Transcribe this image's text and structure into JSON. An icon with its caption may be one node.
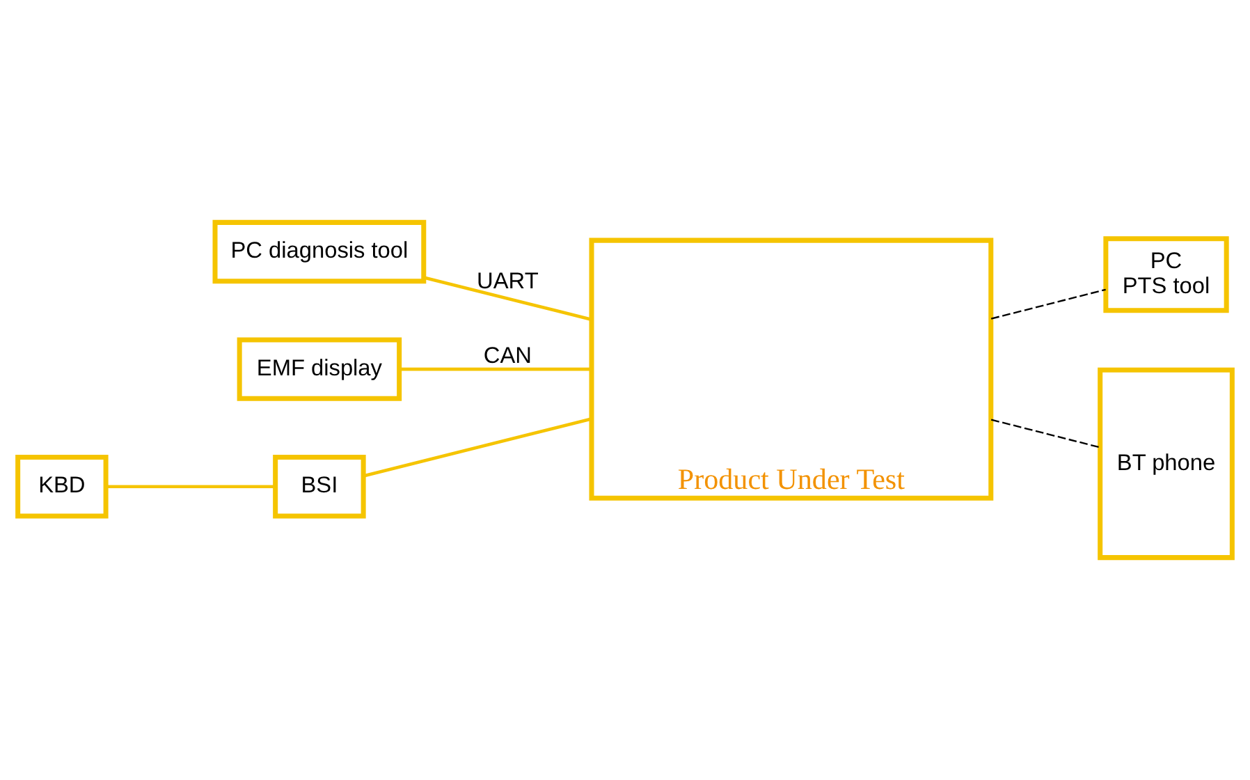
{
  "diagram": {
    "nodes": [
      {
        "text": [
          "PC diagnosis tool"
        ]
      },
      {
        "text": [
          "EMF display"
        ]
      },
      {
        "text": [
          "KBD"
        ]
      },
      {
        "text": [
          "BSI"
        ]
      },
      {
        "text": [
          "Product Under Test"
        ]
      },
      {
        "text": [
          "PC",
          "PTS tool"
        ]
      },
      {
        "text": [
          "BT phone"
        ]
      }
    ],
    "edges": [
      {
        "from": 0,
        "to": 4,
        "arrow": "none",
        "label": "UART"
      },
      {
        "from": 1,
        "to": 4,
        "arrow": "none",
        "label": "CAN"
      },
      {
        "from": 3,
        "to": 4,
        "arrow": "none"
      },
      {
        "from": 2,
        "to": 3,
        "arrow": "none"
      },
      {
        "from": 4,
        "to": 5,
        "arrow": "none",
        "style": "dashed",
        "color": "#000000"
      },
      {
        "from": 4,
        "to": 6,
        "arrow": "none",
        "style": "dashed",
        "color": "#000000"
      }
    ]
  }
}
